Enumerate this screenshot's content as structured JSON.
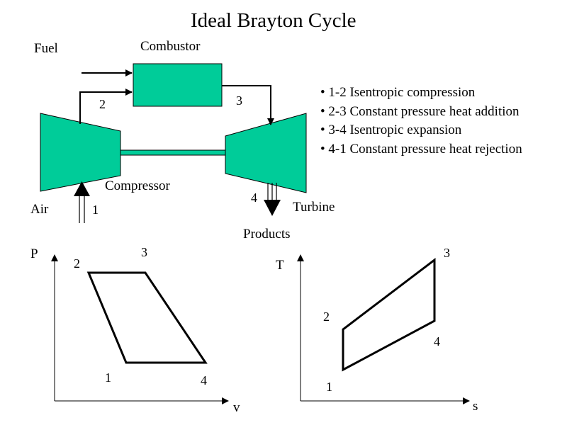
{
  "title": "Ideal Brayton Cycle",
  "colors": {
    "component_fill": "#00CC99",
    "stroke": "#000000",
    "background": "#FFFFFF"
  },
  "cycle_diagram": {
    "fuel_label": "Fuel",
    "combustor_label": "Combustor",
    "compressor_label": "Compressor",
    "turbine_label": "Turbine",
    "air_label": "Air",
    "products_label": "Products",
    "state_labels": {
      "s1": "1",
      "s2": "2",
      "s3": "3",
      "s4": "4"
    }
  },
  "processes": [
    "• 1-2 Isentropic compression",
    "• 2-3 Constant pressure heat addition",
    "• 3-4 Isentropic expansion",
    "• 4-1 Constant pressure heat rejection"
  ],
  "pv_diagram": {
    "y_axis_label": "P",
    "x_axis_label": "v",
    "point_labels": {
      "p1": "1",
      "p2": "2",
      "p3": "3",
      "p4": "4"
    }
  },
  "ts_diagram": {
    "y_axis_label": "T",
    "x_axis_label": "s",
    "point_labels": {
      "p1": "1",
      "p2": "2",
      "p3": "3",
      "p4": "4"
    }
  }
}
